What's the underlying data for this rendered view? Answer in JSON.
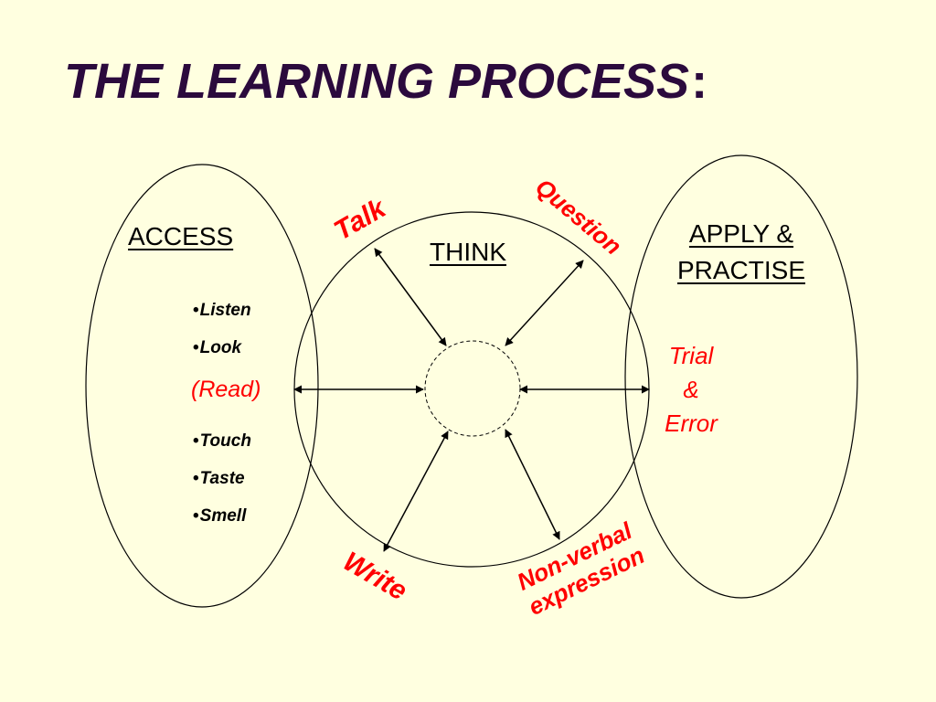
{
  "title": {
    "text": "THE LEARNING PROCESS",
    "colon": ":"
  },
  "headings": {
    "access": "ACCESS",
    "think": "THINK",
    "apply_line1": "APPLY &",
    "apply_line2": "PRACTISE"
  },
  "access_items_top": [
    "Listen",
    "Look"
  ],
  "read_label": "(Read)",
  "access_items_bottom": [
    "Touch",
    "Taste",
    "Smell"
  ],
  "think_labels": {
    "talk": "Talk",
    "question": "Question",
    "write": "Write",
    "nonverbal_line1": "Non-verbal",
    "nonverbal_line2": "expression"
  },
  "trial": {
    "line1": "Trial",
    "line2": "&",
    "line3": "Error"
  },
  "colors": {
    "background": "#FFFFE0",
    "title": "#2B0A3D",
    "accent_red": "#FF0000",
    "line": "#000000"
  },
  "bullet_glyph": "•"
}
